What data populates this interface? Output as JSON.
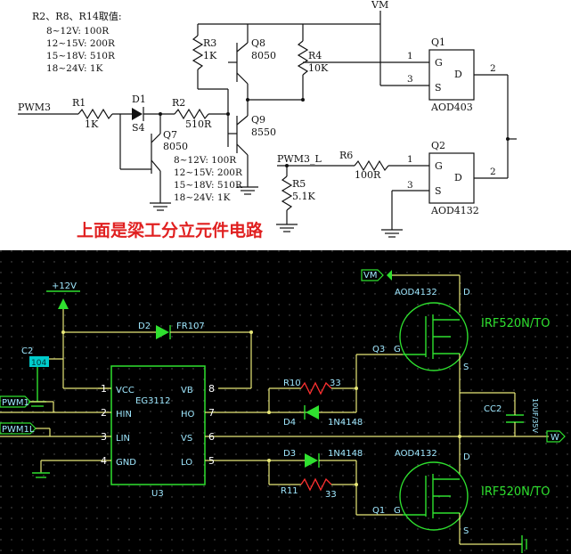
{
  "top": {
    "note_title": "R2、R8、R14取值:",
    "note_lines": [
      "8~12V: 100R",
      "12~15V: 200R",
      "15~18V: 510R",
      "18~24V: 1K"
    ],
    "note2_lines": [
      "8~12V: 100R",
      "12~15V: 200R",
      "15~18V: 510R",
      "18~24V: 1K"
    ],
    "vm": "VM",
    "pwm3": "PWM3",
    "pwm3_l": "PWM3_L",
    "r1": {
      "ref": "R1",
      "val": "1K"
    },
    "d1": {
      "ref": "D1",
      "val": "S4"
    },
    "r2": {
      "ref": "R2",
      "val": "510R"
    },
    "q7": {
      "ref": "Q7",
      "val": "8050"
    },
    "r3": {
      "ref": "R3",
      "val": "1K"
    },
    "q8": {
      "ref": "Q8",
      "val": "8050"
    },
    "q9": {
      "ref": "Q9",
      "val": "8550"
    },
    "r4": {
      "ref": "R4",
      "val": "10K"
    },
    "q1": {
      "ref": "Q1",
      "val": "AOD403",
      "g": "G",
      "d": "D",
      "s": "S",
      "p1": "1",
      "p2": "2",
      "p3": "3"
    },
    "q2": {
      "ref": "Q2",
      "val": "AOD4132",
      "g": "G",
      "d": "D",
      "s": "S",
      "p1": "1",
      "p2": "2",
      "p3": "3"
    },
    "r6": {
      "ref": "R6",
      "val": "100R"
    },
    "r5": {
      "ref": "R5",
      "val": "5.1K"
    },
    "caption": "上面是梁工分立元件电路",
    "caption_color": "#e02020"
  },
  "bottom": {
    "v12": "+12V",
    "c2": {
      "ref": "C2",
      "val": "104"
    },
    "d2": {
      "ref": "D2",
      "val": "FR107"
    },
    "u3": {
      "chip": "EG3112",
      "ref": "U3"
    },
    "pins_left": [
      {
        "num": "1",
        "name": "VCC"
      },
      {
        "num": "2",
        "name": "HIN"
      },
      {
        "num": "3",
        "name": "LIN"
      },
      {
        "num": "4",
        "name": "GND"
      }
    ],
    "pins_right": [
      {
        "num": "8",
        "name": "VB"
      },
      {
        "num": "7",
        "name": "HO"
      },
      {
        "num": "6",
        "name": "VS"
      },
      {
        "num": "5",
        "name": "LO"
      }
    ],
    "pwm1": "PWM1",
    "pwm1l": "PWM1L",
    "r10": {
      "ref": "R10",
      "val": "33"
    },
    "d4": {
      "ref": "D4",
      "val": "1N4148"
    },
    "d3": {
      "ref": "D3",
      "val": "1N4148"
    },
    "r11": {
      "ref": "R11",
      "val": "33"
    },
    "q3": {
      "ref": "Q3",
      "model": "AOD4132",
      "part": "IRF520N/TO",
      "g": "G",
      "d": "D",
      "s": "S"
    },
    "q1b": {
      "ref": "Q1",
      "model": "AOD4132",
      "part": "IRF520N/TO",
      "g": "G",
      "d": "D",
      "s": "S"
    },
    "cc2": {
      "ref": "CC2",
      "val": "10UF/35V"
    },
    "vm": "VM",
    "w": "W"
  }
}
